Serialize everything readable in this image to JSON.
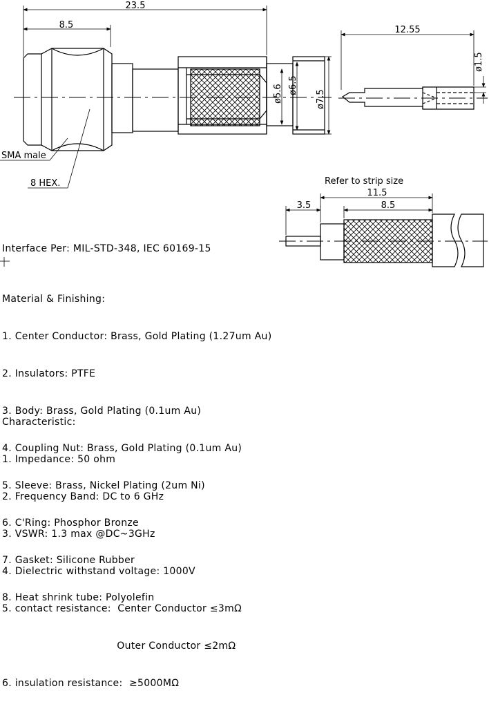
{
  "dimensions": {
    "overall_length": "23.5",
    "nut_length": "8.5",
    "pin_length": "12.55",
    "pin_diameter": "ø1.5",
    "diam_5_6": "ø5.6",
    "diam_6_5": "ø6.5",
    "diam_7_5": "ø7.5",
    "strip_3_5": "3.5",
    "strip_11_5": "11.5",
    "strip_8_5": "8.5"
  },
  "callouts": {
    "sma_male": "SMA male",
    "hex": "8 HEX.",
    "strip_note": "Refer to strip size"
  },
  "interface": "Interface Per: MIL-STD-348, IEC 60169-15",
  "materials": {
    "title": "Material & Finishing:",
    "items": [
      "1. Center Conductor: Brass, Gold Plating (1.27um Au)",
      "2. Insulators: PTFE",
      "3. Body: Brass, Gold Plating (0.1um Au)",
      "4. Coupling Nut: Brass, Gold Plating (0.1um Au)",
      "5. Sleeve: Brass, Nickel Plating (2um Ni)",
      "6. C'Ring: Phosphor Bronze",
      "7. Gasket: Silicone Rubber",
      "8. Heat shrink tube: Polyolefin"
    ]
  },
  "characteristics": {
    "title": "Characteristic:",
    "items": [
      "1. Impedance: 50 ohm",
      "2. Frequency Band: DC to 6 GHz",
      "3. VSWR: 1.3 max @DC~3GHz",
      "4. Dielectric withstand voltage: 1000V",
      "5. contact resistance:  Center Conductor ≤3mΩ",
      "                                   Outer Conductor ≤2mΩ",
      "6. insulation resistance:  ≥5000MΩ"
    ]
  }
}
